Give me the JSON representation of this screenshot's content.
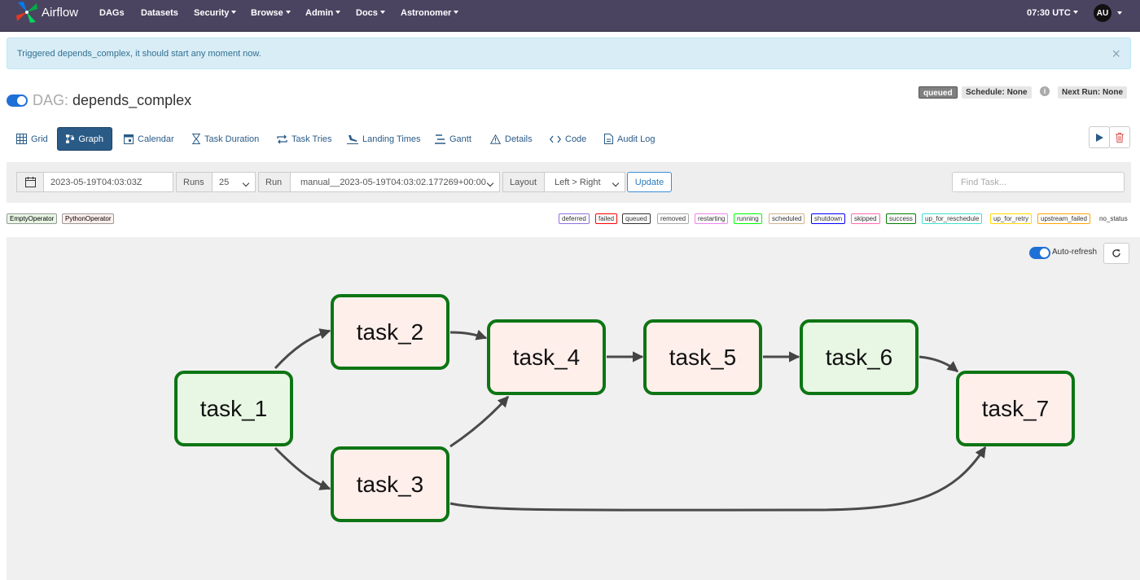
{
  "navbar": {
    "brand": "Airflow",
    "items": [
      "DAGs",
      "Datasets",
      "Security",
      "Browse",
      "Admin",
      "Docs",
      "Astronomer"
    ],
    "time": "07:30 UTC",
    "user_initials": "AU"
  },
  "alert": {
    "message": "Triggered depends_complex, it should start any moment now.",
    "close": "×"
  },
  "dag": {
    "prefix": "DAG:",
    "id": "depends_complex",
    "state": "queued",
    "schedule": "Schedule: None",
    "next_run": "Next Run: None",
    "info": "i"
  },
  "tabs": [
    {
      "label": "Grid",
      "icon": "grid-icon"
    },
    {
      "label": "Graph",
      "icon": "graph-icon",
      "active": true
    },
    {
      "label": "Calendar",
      "icon": "calendar-icon"
    },
    {
      "label": "Task Duration",
      "icon": "hourglass-icon"
    },
    {
      "label": "Task Tries",
      "icon": "repeat-icon"
    },
    {
      "label": "Landing Times",
      "icon": "plane-landing-icon"
    },
    {
      "label": "Gantt",
      "icon": "gantt-icon"
    },
    {
      "label": "Details",
      "icon": "warning-triangle-icon"
    },
    {
      "label": "Code",
      "icon": "code-icon"
    },
    {
      "label": "Audit Log",
      "icon": "file-icon"
    }
  ],
  "filters": {
    "date": "2023-05-19T04:03:03Z",
    "runs_label": "Runs",
    "runs_value": "25",
    "run_label": "Run",
    "run_value": "manual__2023-05-19T04:03:02.177269+00:00",
    "layout_label": "Layout",
    "layout_value": "Left > Right",
    "update": "Update",
    "find_placeholder": "Find Task..."
  },
  "operator_legend": [
    {
      "label": "EmptyOperator",
      "color": "#e8f7e4"
    },
    {
      "label": "PythonOperator",
      "color": "#ffefeb"
    }
  ],
  "state_legend": [
    {
      "label": "deferred",
      "color": "#9370db"
    },
    {
      "label": "failed",
      "color": "#ff0000"
    },
    {
      "label": "queued",
      "color": "#808080"
    },
    {
      "label": "removed",
      "color": "#d3d3d3"
    },
    {
      "label": "restarting",
      "color": "#ee82ee"
    },
    {
      "label": "running",
      "color": "#00ff00"
    },
    {
      "label": "scheduled",
      "color": "#d2b48c"
    },
    {
      "label": "shutdown",
      "color": "#0000ff"
    },
    {
      "label": "skipped",
      "color": "#ff69b4"
    },
    {
      "label": "success",
      "color": "#008000"
    },
    {
      "label": "up_for_reschedule",
      "color": "#40e0d0"
    },
    {
      "label": "up_for_retry",
      "color": "#ffd700"
    },
    {
      "label": "upstream_failed",
      "color": "#ffa500"
    },
    {
      "label": "no_status",
      "color": "#ffffff"
    }
  ],
  "graph": {
    "auto_refresh": "Auto-refresh",
    "tasks": {
      "task_1": "task_1",
      "task_2": "task_2",
      "task_3": "task_3",
      "task_4": "task_4",
      "task_5": "task_5",
      "task_6": "task_6",
      "task_7": "task_7"
    }
  }
}
